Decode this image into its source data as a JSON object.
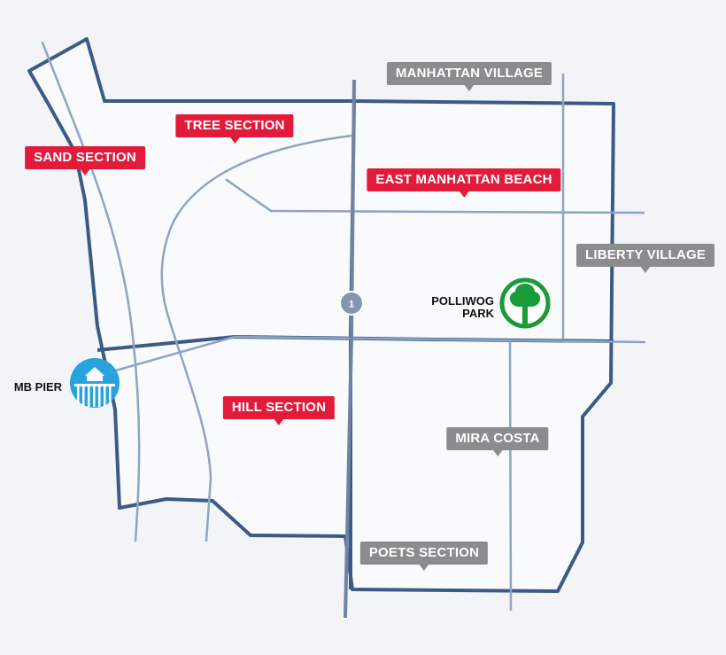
{
  "neighborhoods": {
    "red": [
      {
        "id": "tree-section",
        "label": "TREE SECTION"
      },
      {
        "id": "sand-section",
        "label": "SAND SECTION"
      },
      {
        "id": "east-manhattan-beach",
        "label": "EAST MANHATTAN BEACH"
      },
      {
        "id": "hill-section",
        "label": "HILL SECTION"
      }
    ],
    "gray": [
      {
        "id": "manhattan-village",
        "label": "MANHATTAN VILLAGE"
      },
      {
        "id": "liberty-village",
        "label": "LIBERTY VILLAGE"
      },
      {
        "id": "mira-costa",
        "label": "MIRA COSTA"
      },
      {
        "id": "poets-section",
        "label": "POETS SECTION"
      }
    ]
  },
  "places": {
    "park": {
      "line1": "POLLIWOG",
      "line2": "PARK",
      "icon": "tree-icon",
      "color": "#1a9b3a"
    },
    "pier": {
      "label": "MB PIER",
      "icon": "pier-icon",
      "color": "#29a3dc"
    }
  },
  "route_marker": {
    "number": "1",
    "color": "#8595ad"
  },
  "colors": {
    "boundary": "#3c5a85",
    "road": "#8da4c4",
    "highway": "#6f84a3",
    "land": "#f9fafc",
    "tag_red": "#e31b3b",
    "tag_gray": "#8b8c8e"
  }
}
